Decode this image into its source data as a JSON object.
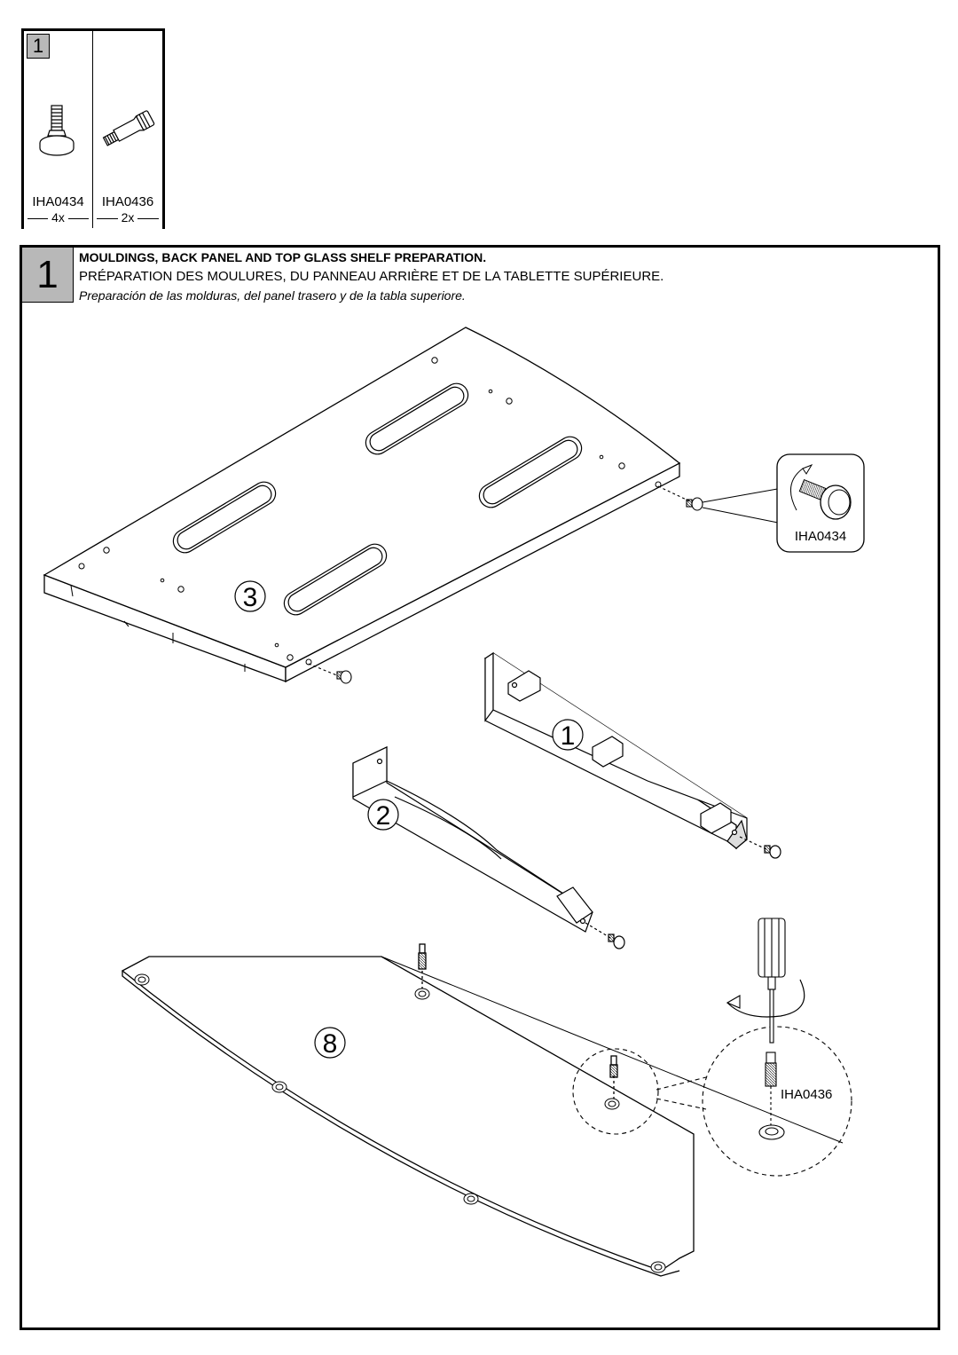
{
  "hardware": {
    "step_badge": "1",
    "items": [
      {
        "code": "IHA0434",
        "qty": "4x",
        "icon": "cam-bolt-icon"
      },
      {
        "code": "IHA0436",
        "qty": "2x",
        "icon": "dowel-screw-icon"
      }
    ]
  },
  "step": {
    "number": "1",
    "title_en": "MOULDINGS, BACK PANEL AND TOP GLASS SHELF PREPARATION.",
    "title_fr": "PRÉPARATION DES MOULURES, DU PANNEAU ARRIÈRE ET DE LA TABLETTE SUPÉRIEURE.",
    "title_es": "Preparación de las molduras, del panel trasero y de la tabla superiore."
  },
  "diagram": {
    "callout_top": "IHA0434",
    "callout_bottom": "IHA0436",
    "parts": {
      "panel": "3",
      "moulding_right": "1",
      "moulding_left": "2",
      "glass_shelf": "8"
    }
  }
}
